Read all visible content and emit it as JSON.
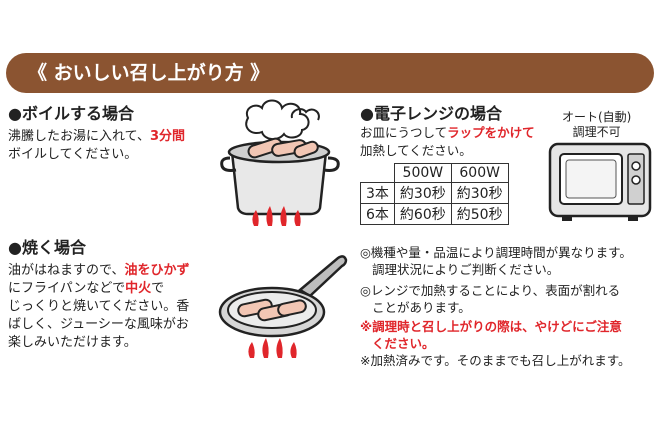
{
  "header": {
    "title": "《 おいしい召し上がり方 》"
  },
  "boil": {
    "title": "●ボイルする場合",
    "line1_pre": "沸騰したお湯に入れて、",
    "line1_red": "3分間",
    "line2": "ボイルしてください。"
  },
  "pan": {
    "title": "●焼く場合",
    "line1_pre": "油がはねますので、",
    "line1_red": "油をひかず",
    "line2_pre": "にフライパンなどで",
    "line2_red": "中火",
    "line2_post": "で",
    "line3": "じっくりと焼いてください。香",
    "line4": "ばしく、ジューシーな風味がお",
    "line5": "楽しみいただけます。"
  },
  "microwave": {
    "title": "●電子レンジの場合",
    "line1_pre": "お皿にうつして",
    "line1_red": "ラップをかけて",
    "line2": "加熱してください。",
    "auto_line1": "オート(自動)",
    "auto_line2": "調理不可",
    "table": {
      "headers": [
        "500W",
        "600W"
      ],
      "rows": [
        {
          "label": "3本",
          "values": [
            "約30秒",
            "約30秒"
          ]
        },
        {
          "label": "6本",
          "values": [
            "約60秒",
            "約50秒"
          ]
        }
      ]
    }
  },
  "notes": {
    "n1_line1": "◎機種や量・品温により調理時間が異なります。",
    "n1_line2": "調理状況によりご判断ください。",
    "n2_line1": "◎レンジで加熱することにより、表面が割れる",
    "n2_line2": "ことがあります。",
    "n3_line1": "※調理時と召し上がりの際は、やけどにご注意",
    "n3_line2": "ください。",
    "n4": "※加熱済みです。そのままでも召し上がれます。"
  },
  "colors": {
    "header_bg": "#8b5431",
    "accent_red": "#e0262b"
  }
}
